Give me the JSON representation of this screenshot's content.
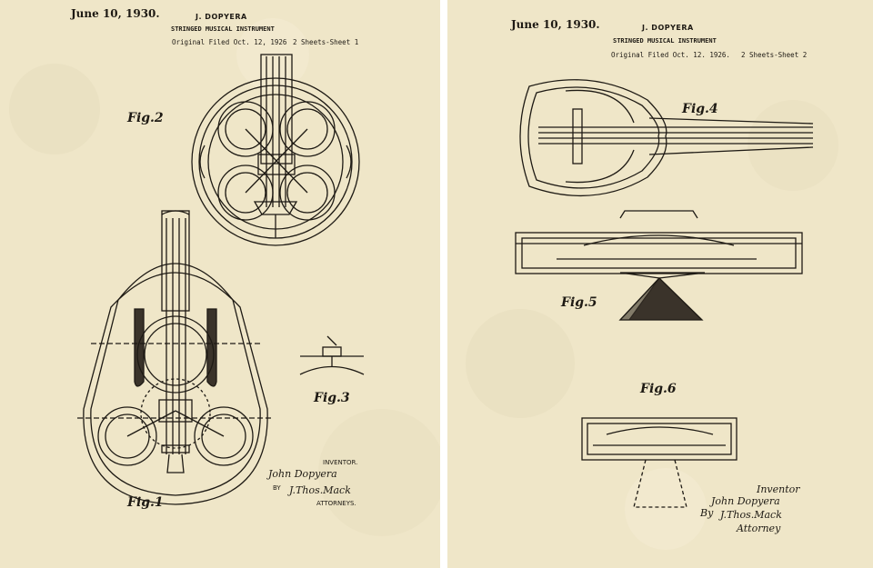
{
  "sheet1": {
    "date": "June 10, 1930.",
    "inventor_name": "J. DOPYERA",
    "title": "STRINGED MUSICAL INSTRUMENT",
    "filed": "Original Filed Oct. 12, 1926",
    "sheets": "2 Sheets-Sheet 1",
    "fig2": "Fig.2",
    "fig3": "Fig.3",
    "fig1": "Fig.1",
    "inventor_label": "INVENTOR.",
    "inventor_signature": "John Dopyera",
    "by": "BY",
    "attorney_signature": "J.Thos.Mack",
    "attorney_label": "ATTORNEYS."
  },
  "sheet2": {
    "date": "June 10, 1930.",
    "inventor_name": "J. DOPYERA",
    "title": "STRINGED MUSICAL INSTRUMENT",
    "filed": "Original Filed Oct. 12. 1926.",
    "sheets": "2 Sheets-Sheet 2",
    "fig4": "Fig.4",
    "fig5": "Fig.5",
    "fig6": "Fig.6",
    "inventor_label": "Inventor",
    "inventor_signature": "John Dopyera",
    "by": "By",
    "attorney_signature": "J.Thos.Mack",
    "attorney_label": "Attorney"
  },
  "colors": {
    "paper": "#efe6c8",
    "ink": "#1e1a14",
    "gap": "#ffffff"
  }
}
